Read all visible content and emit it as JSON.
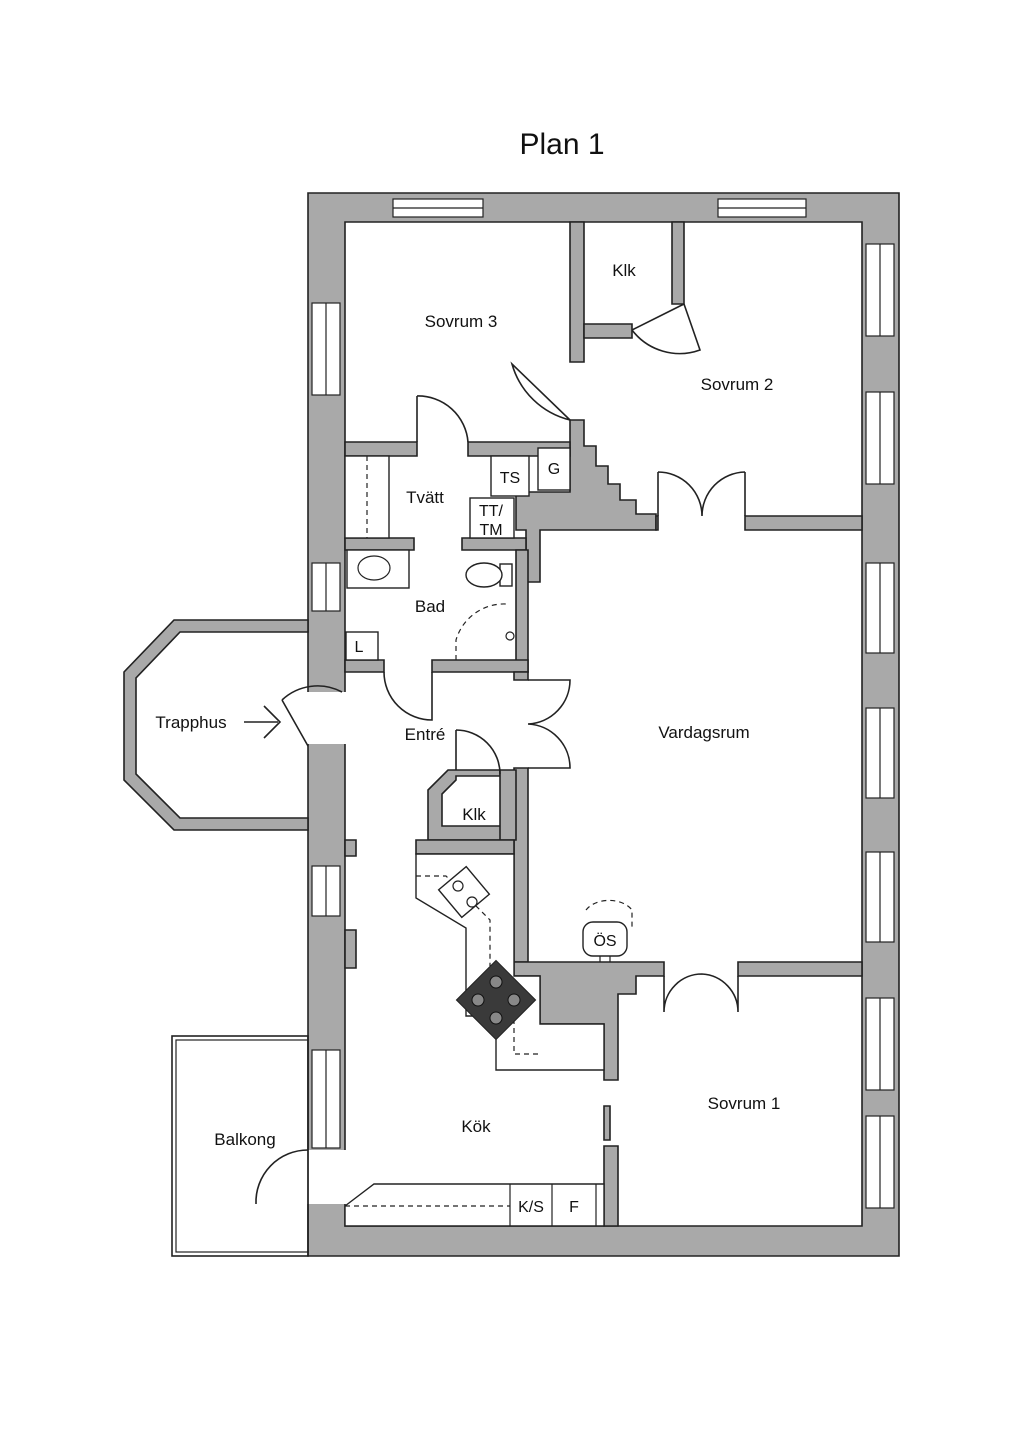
{
  "plan": {
    "title": "Plan 1",
    "rooms": {
      "sovrum3": "Sovrum 3",
      "klk_top": "Klk",
      "sovrum2": "Sovrum 2",
      "tvatt": "Tvätt",
      "ts": "TS",
      "g": "G",
      "tt_line1": "TT/",
      "tt_line2": "TM",
      "bad": "Bad",
      "l": "L",
      "trapphus": "Trapphus",
      "entre": "Entré",
      "vardagsrum": "Vardagsrum",
      "klk_mid": "Klk",
      "os": "ÖS",
      "sovrum1": "Sovrum 1",
      "kok": "Kök",
      "balkong": "Balkong",
      "ks": "K/S",
      "f": "F"
    }
  }
}
